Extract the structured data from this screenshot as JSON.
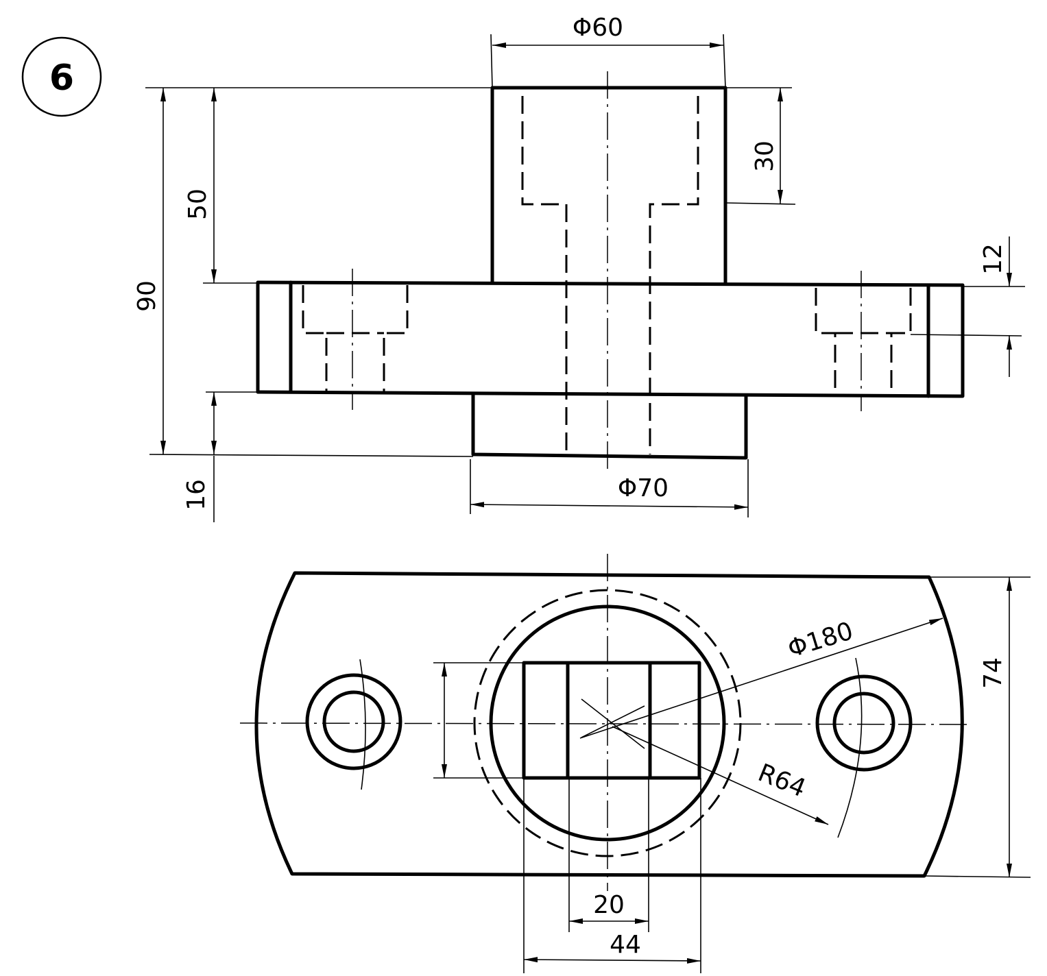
{
  "figure_number": "6",
  "front_view": {
    "dim_boss_diameter": "Φ60",
    "dim_total_height": "90",
    "dim_boss_height": "50",
    "dim_counterbore_depth": "30",
    "dim_flange_step": "12",
    "dim_bottom_height": "16",
    "dim_bottom_diameter": "Φ70"
  },
  "top_view": {
    "dim_pitch_circle": "Φ180",
    "dim_width": "74",
    "dim_radius": "R64",
    "dim_slot_width": "20",
    "dim_square_width": "44"
  }
}
